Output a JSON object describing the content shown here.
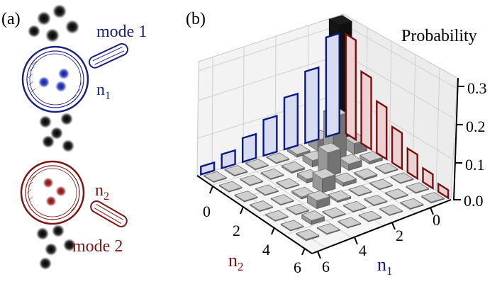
{
  "panel_a": {
    "label": "(a)",
    "mode1_label": "mode 1",
    "mode2_label": "mode 2",
    "n1_base": "n",
    "n1_sub": "1",
    "n2_base": "n",
    "n2_sub": "2",
    "colors": {
      "mode1": "#1a237e",
      "mode2": "#7b1515",
      "particle": "#111111"
    }
  },
  "panel_b": {
    "label": "(b)",
    "z_label": "Probability",
    "z_ticks": [
      "0.0",
      "0.1",
      "0.2",
      "0.3"
    ],
    "n1_ticks": [
      "0",
      "2",
      "4",
      "6"
    ],
    "n2_ticks": [
      "0",
      "2",
      "4",
      "6"
    ],
    "n1_axis_base": "n",
    "n1_axis_sub": "1",
    "n2_axis_base": "n",
    "n2_axis_sub": "2",
    "colors": {
      "n2_marginal": "#0b1a80",
      "n1_marginal": "#7a0f0f",
      "peak_bar": "#1a1a1a",
      "bars": "#b9b9b9"
    }
  },
  "chart_data": {
    "type": "bar3d",
    "z_range": [
      0,
      0.3
    ],
    "n1_range": [
      0,
      7
    ],
    "n2_range": [
      0,
      7
    ],
    "joint_probability_diagonal": [
      0.003,
      0.01,
      0.02,
      0.035,
      0.06,
      0.11,
      0.3
    ],
    "marginal_n2": [
      0.02,
      0.035,
      0.06,
      0.09,
      0.13,
      0.18,
      0.25
    ],
    "marginal_n1": [
      0.25,
      0.18,
      0.13,
      0.09,
      0.06,
      0.035,
      0.02
    ]
  }
}
